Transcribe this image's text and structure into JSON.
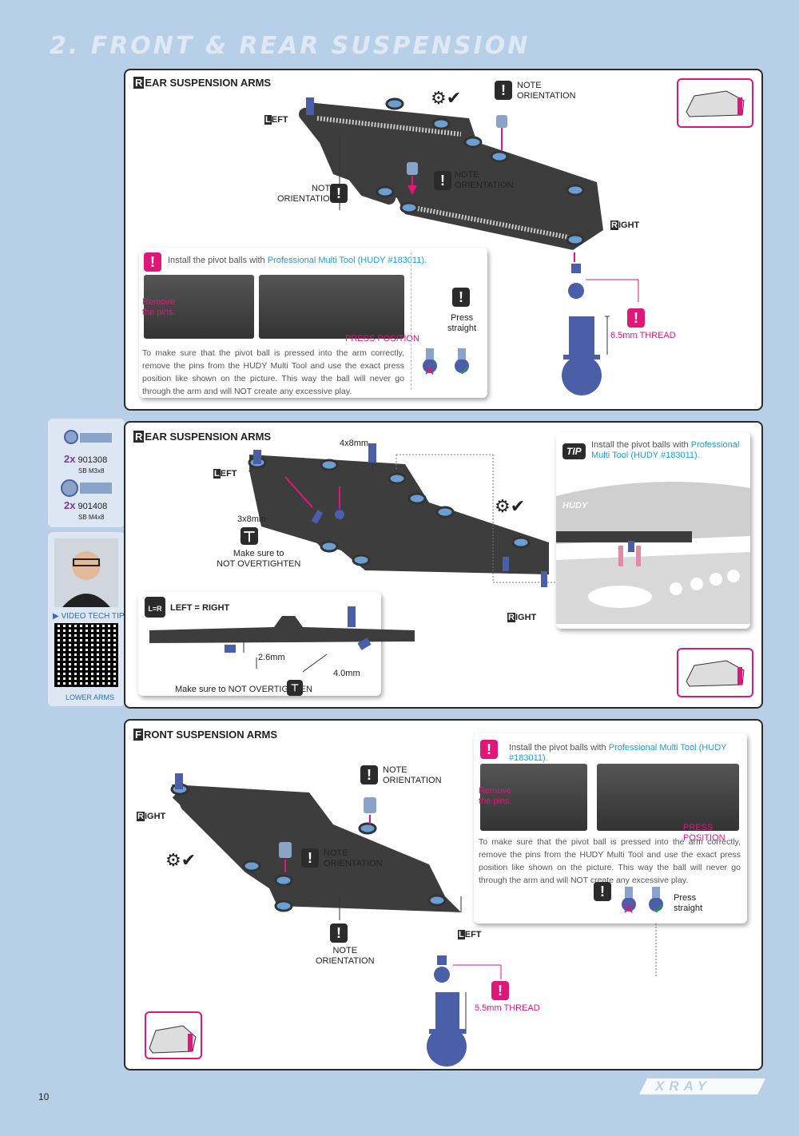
{
  "page_title": "2. FRONT & REAR SUSPENSION",
  "page_number": "10",
  "brand": "XRAY",
  "section1": {
    "header_first": "R",
    "header_rest": "EAR  SUSPENSION ARMS",
    "left_first": "L",
    "left_rest": "EFT",
    "right_first": "R",
    "right_rest": "IGHT",
    "note_a": "NOTE\nORIENTATION",
    "note_b": "NOTE\nORIENTATION",
    "note_c": "NOTE\nORIENTATION",
    "tip_intro": "Install the pivot balls with ",
    "tip_link": "Professional Multi Tool (HUDY #183011).",
    "remove_pins": "Remove\nthe pins.",
    "press_position": "PRESS POSITION",
    "press_straight": "Press\nstraight",
    "body": "To make sure that the pivot ball is pressed into the arm correctly, remove the pins from the HUDY Multi Tool and use the exact press position like shown on the picture. This way the ball will never go through the arm and will NOT create any excessive play.",
    "thread": "6.5mm THREAD"
  },
  "sidebar": {
    "parts": [
      {
        "qty": "2x",
        "code": "901308",
        "desc": "SB M3x8"
      },
      {
        "qty": "2x",
        "code": "901408",
        "desc": "SB M4x8"
      }
    ],
    "video_tip": "▶ VIDEO TECH TIP",
    "video_label": "LOWER ARMS"
  },
  "section2": {
    "header_first": "R",
    "header_rest": "EAR  SUSPENSION ARMS",
    "left_first": "L",
    "left_rest": "EFT",
    "right_first": "R",
    "right_rest": "IGHT",
    "screw_a": "4x8mm",
    "screw_b": "3x8mm",
    "make_sure": "Make sure to\nNOT OVERTIGHTEN",
    "lr_badge": "L=R",
    "left_eq_right": "LEFT = RIGHT",
    "dim_a": "2.6mm",
    "dim_b": "4.0mm",
    "make_sure2": "Make sure to NOT OVERTIGHTEN",
    "tip_badge": "TIP",
    "tip_intro": "Install the pivot balls with ",
    "tip_link": "Professional\nMulti Tool (HUDY #183011).",
    "tool_brand": "HUDY"
  },
  "section3": {
    "header_first": "F",
    "header_rest": "RONT  SUSPENSION ARMS",
    "right_first": "R",
    "right_rest": "IGHT",
    "left_first": "L",
    "left_rest": "EFT",
    "note_a": "NOTE\nORIENTATION",
    "note_b": "NOTE\nORIENTATION",
    "note_c": "NOTE\nORIENTATION",
    "tip_intro": "Install the pivot balls with ",
    "tip_link": "Professional Multi Tool (HUDY #183011).",
    "remove_pins": "Remove\nthe pins.",
    "press_position": "PRESS POSITION",
    "press_straight": "Press\nstraight",
    "body": "To make sure that the pivot ball is pressed into the arm correctly, remove the pins from the HUDY Multi Tool and use the exact press position like shown on the picture. This way the ball will never go through the arm and will NOT create any excessive play.",
    "thread": "5.5mm THREAD"
  },
  "colors": {
    "magenta": "#e0177a",
    "blue_link": "#1aa0d6",
    "page_bg": "#b8cfe8",
    "part_blue": "#4a5fa8",
    "arm_dark": "#3d3d3d"
  }
}
